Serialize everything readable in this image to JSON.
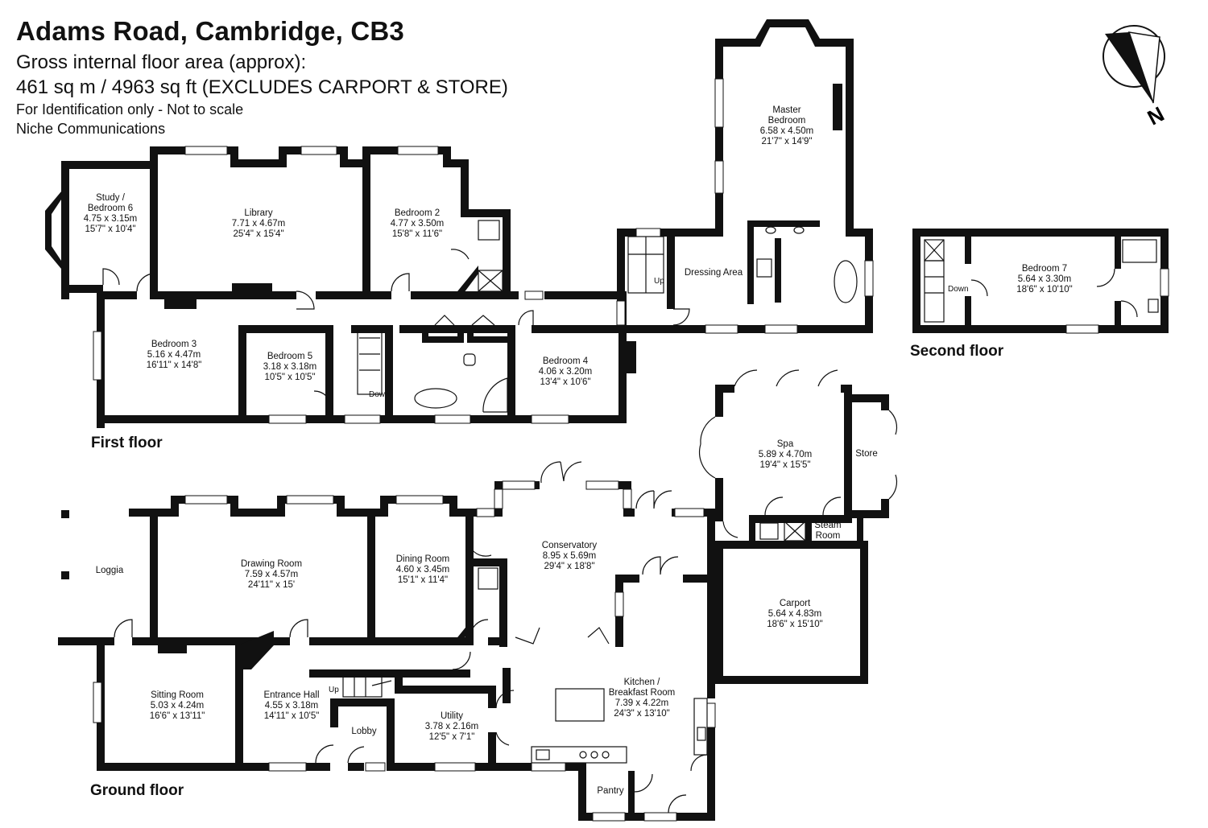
{
  "header": {
    "title": "Adams Road, Cambridge, CB3",
    "area_label": "Gross internal floor area (approx):",
    "area_value": "461 sq m / 4963 sq ft (EXCLUDES CARPORT & STORE)",
    "note": "For Identification only - Not to scale",
    "credit": "Niche Communications"
  },
  "compass": {
    "label": "N"
  },
  "floors": {
    "first": "First floor",
    "second": "Second floor",
    "ground": "Ground floor"
  },
  "rooms": {
    "study": {
      "name1": "Study /",
      "name2": "Bedroom 6",
      "metric": "4.75 x 3.15m",
      "imperial": "15'7\" x 10'4\""
    },
    "library": {
      "name": "Library",
      "metric": "7.71 x 4.67m",
      "imperial": "25'4\" x 15'4\""
    },
    "bedroom2": {
      "name": "Bedroom 2",
      "metric": "4.77 x 3.50m",
      "imperial": "15'8\" x 11'6\""
    },
    "master": {
      "name1": "Master",
      "name2": "Bedroom",
      "metric": "6.58 x 4.50m",
      "imperial": "21'7\" x 14'9\""
    },
    "dressing": {
      "name": "Dressing Area"
    },
    "bedroom3": {
      "name": "Bedroom 3",
      "metric": "5.16 x 4.47m",
      "imperial": "16'11\" x 14'8\""
    },
    "bedroom5": {
      "name": "Bedroom 5",
      "metric": "3.18 x 3.18m",
      "imperial": "10'5\" x 10'5\""
    },
    "bedroom4": {
      "name": "Bedroom 4",
      "metric": "4.06 x 3.20m",
      "imperial": "13'4\" x 10'6\""
    },
    "bedroom7": {
      "name": "Bedroom 7",
      "metric": "5.64 x 3.30m",
      "imperial": "18'6\" x 10'10\""
    },
    "spa": {
      "name": "Spa",
      "metric": "5.89 x 4.70m",
      "imperial": "19'4\" x 15'5\""
    },
    "store": {
      "name": "Store"
    },
    "steam": {
      "name1": "Steam",
      "name2": "Room"
    },
    "loggia": {
      "name": "Loggia"
    },
    "drawing": {
      "name": "Drawing Room",
      "metric": "7.59 x 4.57m",
      "imperial": "24'11\" x 15'"
    },
    "dining": {
      "name": "Dining Room",
      "metric": "4.60 x 3.45m",
      "imperial": "15'1\" x 11'4\""
    },
    "conservatory": {
      "name": "Conservatory",
      "metric": "8.95 x 5.69m",
      "imperial": "29'4\" x 18'8\""
    },
    "carport": {
      "name": "Carport",
      "metric": "5.64 x 4.83m",
      "imperial": "18'6\" x 15'10\""
    },
    "sitting": {
      "name": "Sitting Room",
      "metric": "5.03 x 4.24m",
      "imperial": "16'6\" x 13'11\""
    },
    "entrance": {
      "name": "Entrance Hall",
      "metric": "4.55 x 3.18m",
      "imperial": "14'11\" x 10'5\""
    },
    "lobby": {
      "name": "Lobby"
    },
    "utility": {
      "name": "Utility",
      "metric": "3.78 x 2.16m",
      "imperial": "12'5\" x 7'1\""
    },
    "kitchen": {
      "name1": "Kitchen /",
      "name2": "Breakfast Room",
      "metric": "7.39 x 4.22m",
      "imperial": "24'3\" x 13'10\""
    },
    "pantry": {
      "name": "Pantry"
    }
  },
  "stairs": {
    "up": "Up",
    "down": "Down"
  }
}
